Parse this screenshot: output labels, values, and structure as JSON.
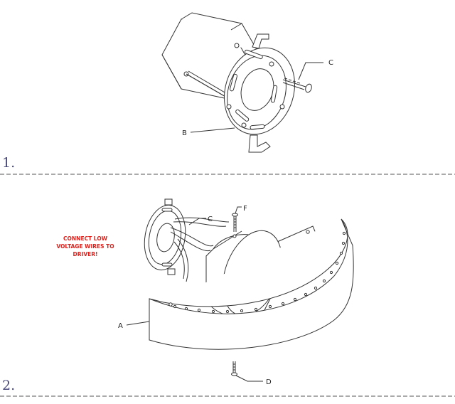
{
  "steps": [
    {
      "number": "1."
    },
    {
      "number": "2."
    }
  ],
  "callouts": {
    "step1_C": "C",
    "step1_B": "B",
    "step2_F": "F",
    "step2_C": "C",
    "step2_A": "A",
    "step2_D": "D"
  },
  "warning": {
    "lines": [
      "CONNECT LOW",
      "VOLTAGE WIRES TO",
      "DRIVER!"
    ],
    "color": "#e0201b"
  },
  "colors": {
    "line_art": "#333333",
    "step_number": "#4a4a7a",
    "divider": "#555555"
  }
}
